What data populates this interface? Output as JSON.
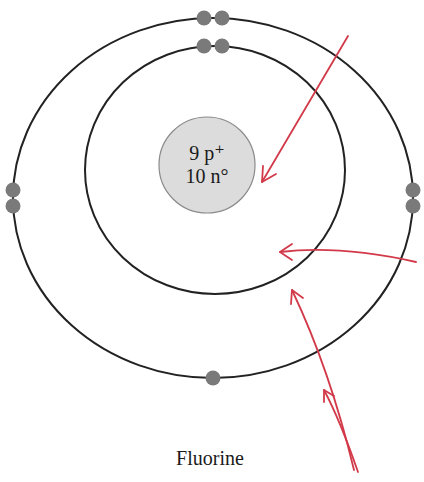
{
  "diagram": {
    "nodes": [
      {
        "text": [
          "9 p⁺",
          "10 n°"
        ]
      }
    ],
    "labels": [
      "Fluorine"
    ]
  }
}
